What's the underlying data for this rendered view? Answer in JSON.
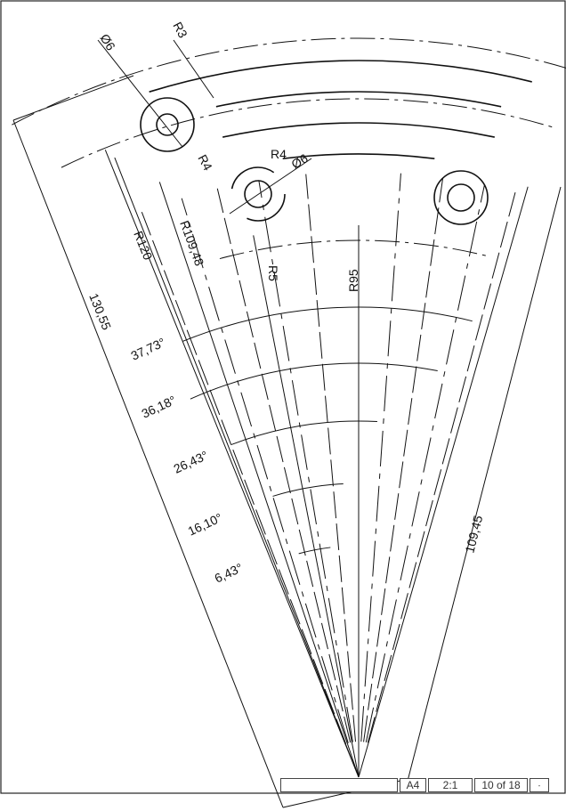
{
  "drawing": {
    "dimensions": {
      "dia_top": "Ø6",
      "r3": "R3",
      "r4_left": "R4",
      "r4_mid": "R4",
      "dia_mid": "Ø6",
      "r120": "R120",
      "r109": "R109,48",
      "r5": "R5",
      "r95": "R95",
      "len_left": "130,55",
      "len_right": "109,45",
      "ang1": "37,73°",
      "ang2": "36,18°",
      "ang3": "26,43°",
      "ang4": "16,10°",
      "ang5": "6,43°"
    }
  },
  "title_block": {
    "size": "A4",
    "scale": "2:1",
    "sheet": "10 of 18",
    "rev": "-"
  }
}
